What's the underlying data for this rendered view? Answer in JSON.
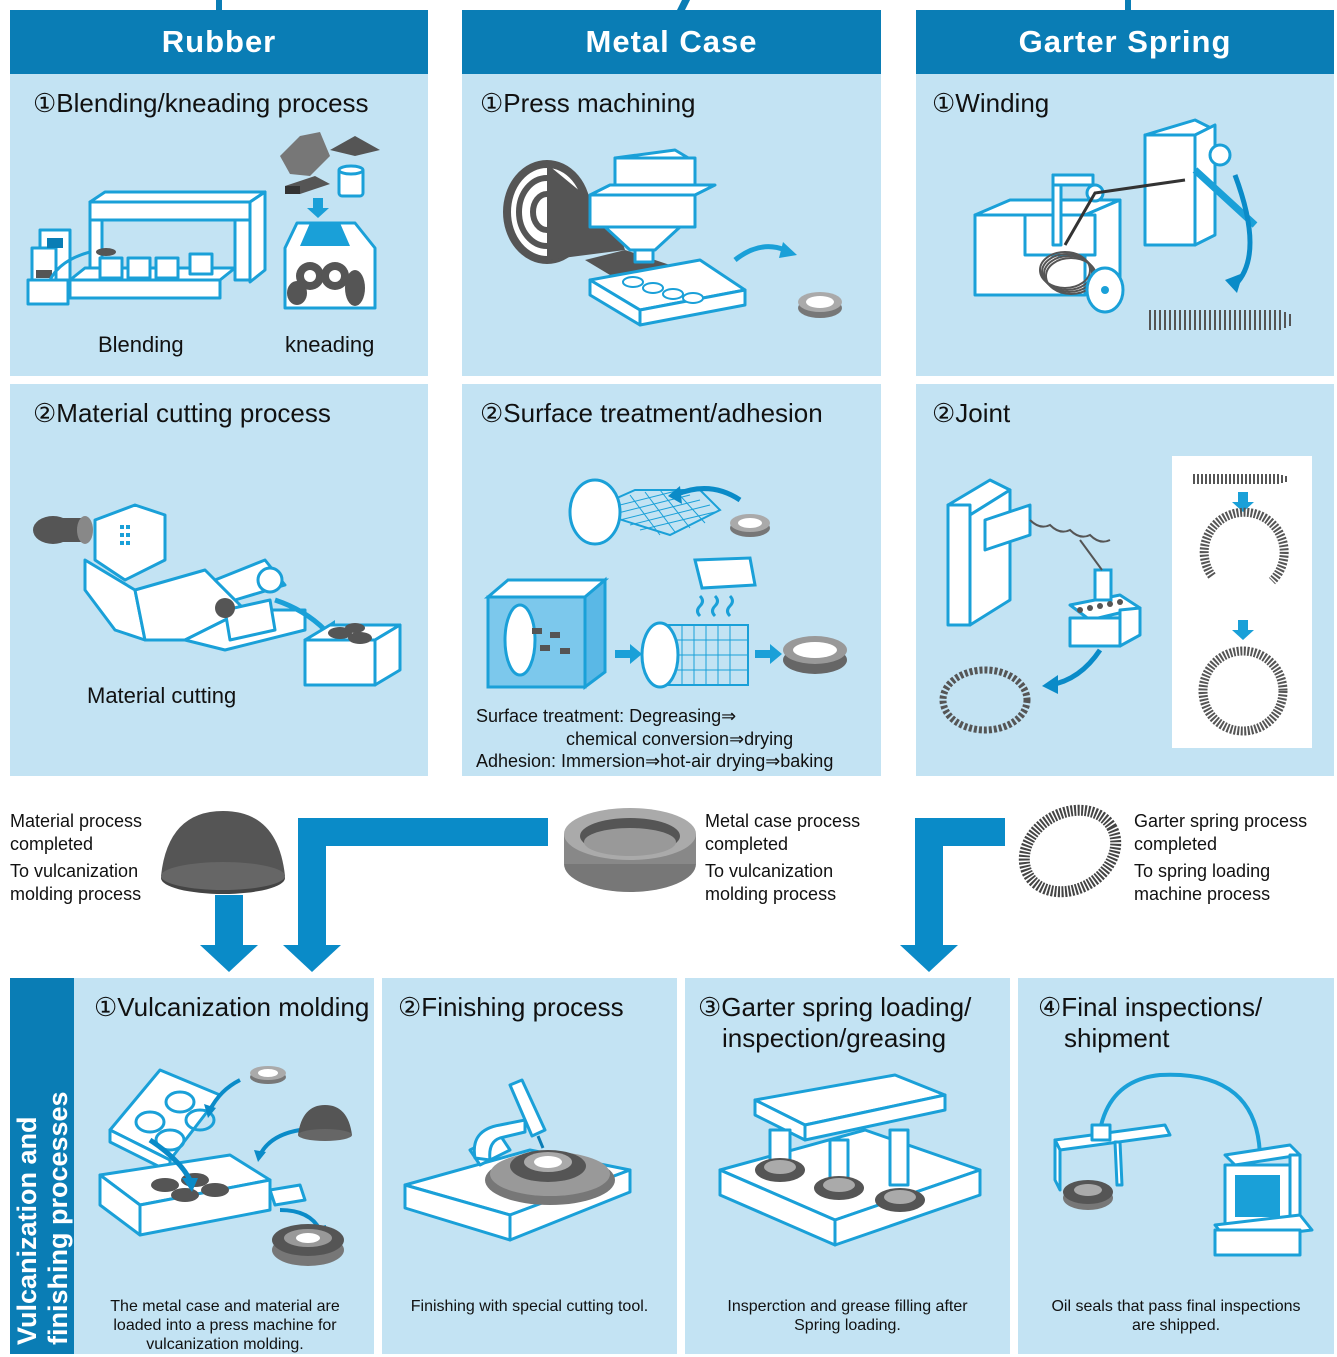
{
  "columns": [
    {
      "name": "Rubber"
    },
    {
      "name": "Metal Case"
    },
    {
      "name": "Garter Spring"
    }
  ],
  "rubber": {
    "step1": {
      "title": "①Blending/kneading process",
      "label_a": "Blending",
      "label_b": "kneading"
    },
    "step2": {
      "title": "②Material cutting process",
      "label": "Material cutting"
    }
  },
  "metal_case": {
    "step1": {
      "title": "①Press machining"
    },
    "step2": {
      "title": "②Surface treatment/adhesion",
      "note_line1": "Surface treatment: Degreasing⇒",
      "note_line2": "chemical conversion⇒drying",
      "note_line3": "Adhesion: Immersion⇒hot-air drying⇒baking"
    }
  },
  "garter_spring": {
    "step1": {
      "title": "①Winding"
    },
    "step2": {
      "title": "②Joint"
    }
  },
  "transitions": {
    "material": {
      "line1": "Material process",
      "line2": "completed",
      "line3": "To vulcanization",
      "line4": "molding process"
    },
    "metal": {
      "line1": "Metal case process",
      "line2": "completed",
      "line3": "To vulcanization",
      "line4": "molding process"
    },
    "spring": {
      "line1": "Garter spring process",
      "line2": "completed",
      "line3": "To spring loading",
      "line4": "machine process"
    }
  },
  "vulcanization": {
    "side_label_line1": "Vulcanization and",
    "side_label_line2": "finishing processes",
    "steps": [
      {
        "title_line1": "①Vulcanization molding",
        "title_line2": "",
        "caption_line1": "The metal case and material are",
        "caption_line2": "loaded into a press machine for",
        "caption_line3": "vulcanization molding."
      },
      {
        "title_line1": "②Finishing process",
        "title_line2": "",
        "caption_line1": "Finishing with special cutting tool.",
        "caption_line2": "",
        "caption_line3": ""
      },
      {
        "title_line1": "③Garter spring loading/",
        "title_line2": "inspection/greasing",
        "caption_line1": "Insperction and grease filling after",
        "caption_line2": "Spring loading.",
        "caption_line3": ""
      },
      {
        "title_line1": "④Final inspections/",
        "title_line2": "shipment",
        "caption_line1": "Oil seals that pass final inspections",
        "caption_line2": "are shipped.",
        "caption_line3": ""
      }
    ]
  },
  "colors": {
    "header_blue": "#0a7db5",
    "panel_blue": "#c3e3f3",
    "arrow_blue": "#0a8bc8",
    "illustration_blue": "#1aa0d8",
    "dark_gray": "#555555"
  }
}
